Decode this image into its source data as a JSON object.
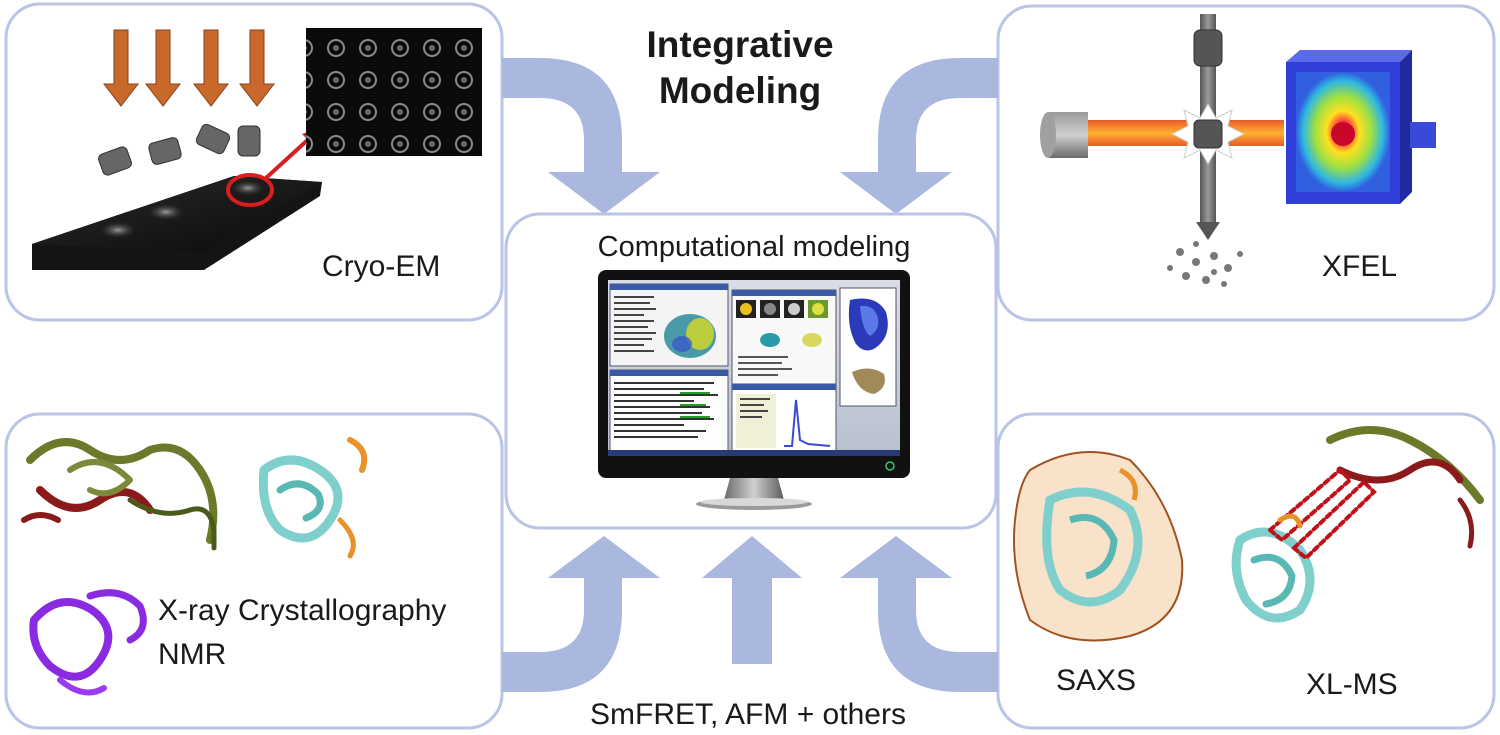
{
  "title": {
    "line1": "Integrative",
    "line2": "Modeling"
  },
  "center": {
    "label": "Computational modeling"
  },
  "panels": {
    "cryo_em": "Cryo-EM",
    "xfel": "XFEL",
    "xray_line1": "X-ray Crystallography",
    "xray_line2": "NMR",
    "saxs": "SAXS",
    "xlms": "XL-MS"
  },
  "bottom_label": "SmFRET, AFM + others",
  "colors": {
    "panel_border": "#b9c4e6",
    "arrow": "#aab8e0",
    "orange_arrow": "#c8682a",
    "red_highlight": "#d81e1e",
    "helix_cyan": "#7fd0cc",
    "helix_orange": "#e8922a",
    "helix_purple": "#8a2be2",
    "helix_olive": "#6b7a2a",
    "helix_darkred": "#8b1a1a"
  }
}
